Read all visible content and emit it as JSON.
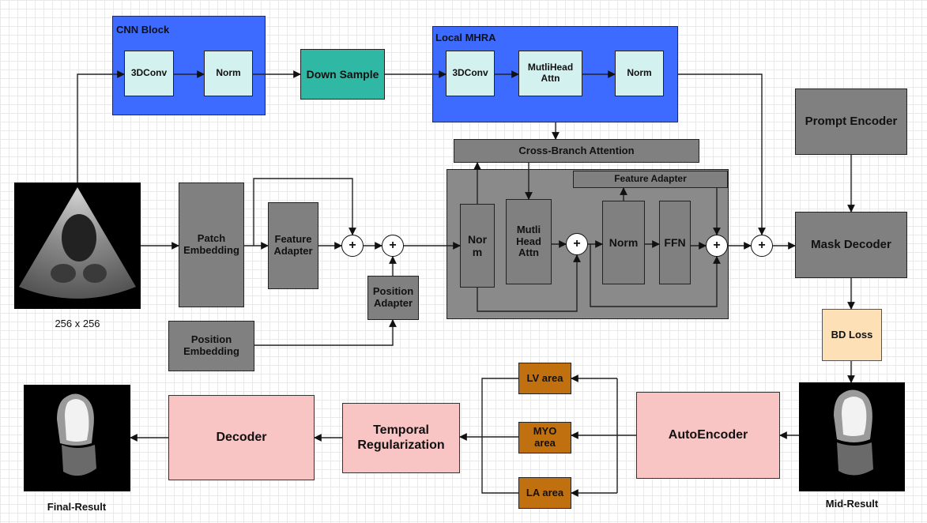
{
  "cnn_block": {
    "title": "CNN Block",
    "conv": "3DConv",
    "norm": "Norm"
  },
  "down_sample": "Down Sample",
  "local_mhra": {
    "title": "Local MHRA",
    "conv": "3DConv",
    "attn": "MutliHead\nAttn",
    "norm": "Norm"
  },
  "prompt_encoder": "Prompt Encoder",
  "cross_branch": "Cross-Branch Attention",
  "feature_adapter_top": "Feature Adapter",
  "input_caption": "256 x 256",
  "patch_embedding": "Patch\nEmbedding",
  "feature_adapter": "Feature\nAdapter",
  "position_adapter": "Position\nAdapter",
  "position_embedding": "Position\nEmbedding",
  "block_norm": "Nor\nm",
  "block_attn": "Mutli\nHead\nAttn",
  "block_norm2": "Norm",
  "ffn": "FFN",
  "mask_decoder": "Mask Decoder",
  "bd_loss": "BD Loss",
  "lv_area": "LV area",
  "myo_area": "MYO\narea",
  "la_area": "LA area",
  "autoencoder": "AutoEncoder",
  "temporal": "Temporal\nRegularization",
  "decoder": "Decoder",
  "mid_result": "Mid-Result",
  "final_result": "Final-Result",
  "plus": "+",
  "colors": {
    "blue": "#3d6bff",
    "cyan": "#d3f1ee",
    "teal": "#2fb9a4",
    "gray": "#808080",
    "pink": "#f8c4c4",
    "orange": "#c1700f",
    "peach": "#fde0b6"
  }
}
